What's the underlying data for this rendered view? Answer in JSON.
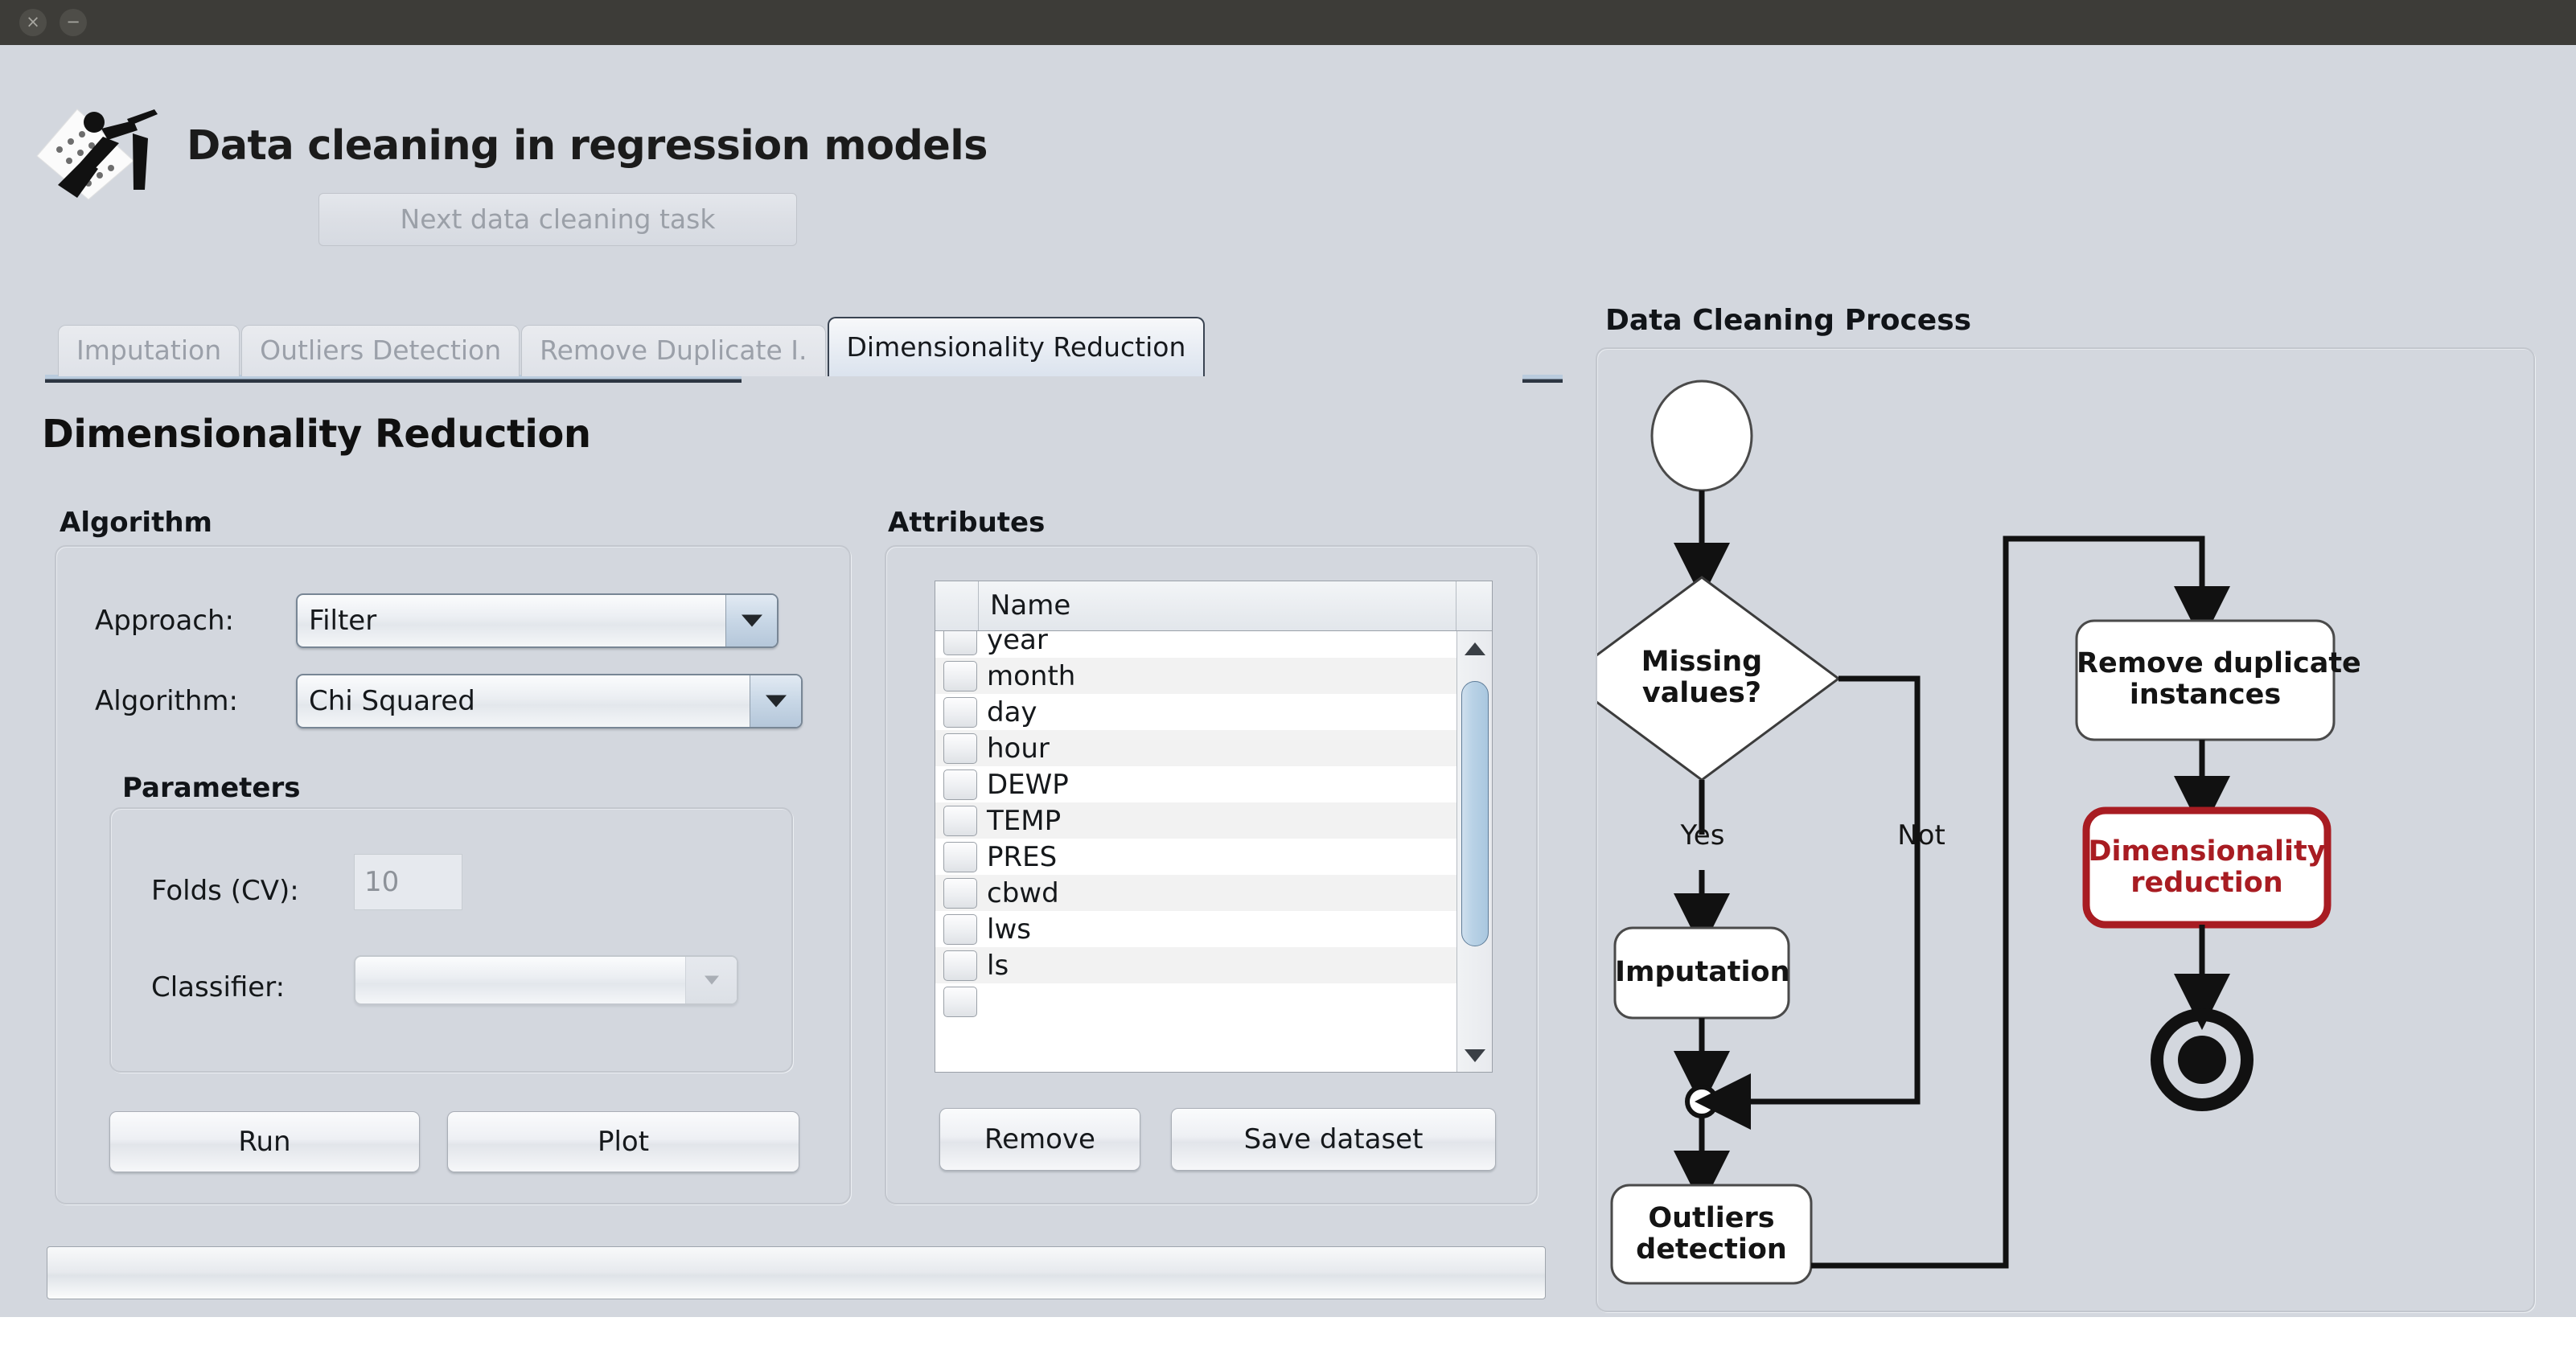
{
  "window": {
    "close_glyph": "×",
    "minimize_glyph": "−",
    "titlebar_color": "#3d3c38"
  },
  "header": {
    "title": "Data cleaning in regression models",
    "icon": "data-cleaning-broom-icon",
    "next_task_label": "Next data cleaning task"
  },
  "tabs": [
    {
      "label": "Imputation",
      "active": false
    },
    {
      "label": "Outliers Detection",
      "active": false
    },
    {
      "label": "Remove Duplicate I.",
      "active": false
    },
    {
      "label": "Dimensionality Reduction",
      "active": true
    }
  ],
  "page": {
    "heading": "Dimensionality Reduction"
  },
  "algorithm": {
    "group_title": "Algorithm",
    "approach_label": "Approach:",
    "approach_value": "Filter",
    "algorithm_label": "Algorithm:",
    "algorithm_value": "Chi Squared",
    "parameters": {
      "group_title": "Parameters",
      "folds_label": "Folds (CV):",
      "folds_value": "10",
      "classifier_label": "Classifier:",
      "classifier_value": ""
    },
    "run_label": "Run",
    "plot_label": "Plot"
  },
  "attributes": {
    "group_title": "Attributes",
    "columns": [
      "",
      "Name",
      ""
    ],
    "rows": [
      {
        "checked": false,
        "name": "year"
      },
      {
        "checked": false,
        "name": "month"
      },
      {
        "checked": false,
        "name": "day"
      },
      {
        "checked": false,
        "name": "hour"
      },
      {
        "checked": false,
        "name": "DEWP"
      },
      {
        "checked": false,
        "name": "TEMP"
      },
      {
        "checked": false,
        "name": "PRES"
      },
      {
        "checked": false,
        "name": "cbwd"
      },
      {
        "checked": false,
        "name": "lws"
      },
      {
        "checked": false,
        "name": "ls"
      }
    ],
    "remove_label": "Remove",
    "save_label": "Save dataset",
    "scroll_up_icon": "triangle-up-icon",
    "scroll_down_icon": "triangle-down-icon"
  },
  "status": {
    "progress_value": ""
  },
  "diagram": {
    "title": "Data Cleaning Process",
    "accent_color": "#a81c22",
    "nodes": {
      "start": "",
      "decision": "Missing\nvalues?",
      "yes_label": "Yes",
      "not_label": "Not",
      "imputation": "Imputation",
      "outliers": "Outliers\ndetection",
      "remove_duplicate": "Remove duplicate\ninstances",
      "dimensionality": "Dimensionality\nreduction",
      "end": ""
    }
  }
}
